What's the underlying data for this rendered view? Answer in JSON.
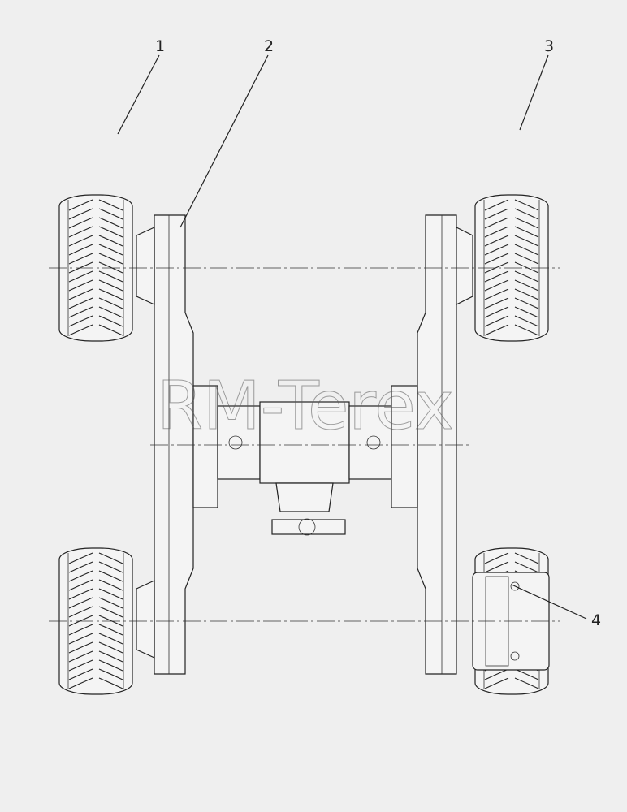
{
  "watermark": "RM-Terex",
  "callouts": [
    "1",
    "2",
    "3",
    "4"
  ]
}
